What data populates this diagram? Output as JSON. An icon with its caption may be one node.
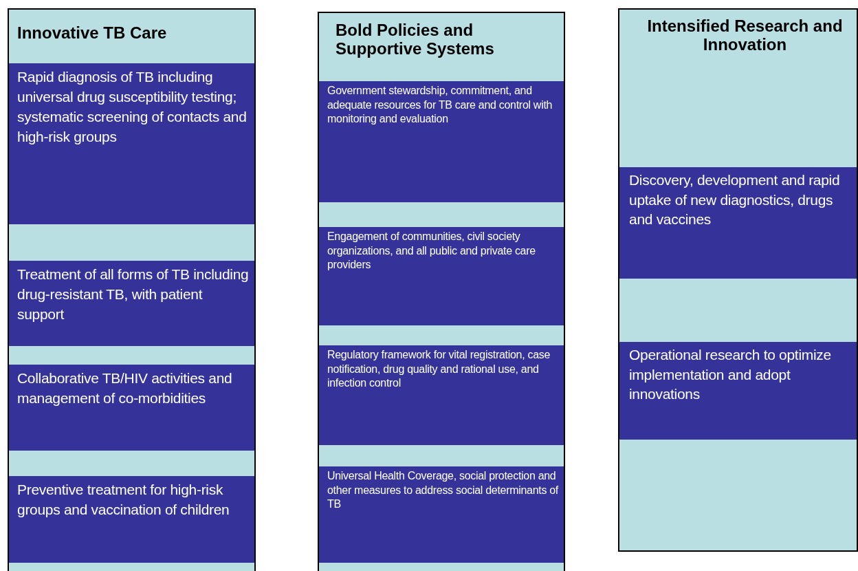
{
  "diagram": {
    "nodes": [
      {
        "text": [
          "Innovative TB Care"
        ]
      },
      {
        "text": [
          "Rapid diagnosis of TB including universal drug susceptibility testing; systematic screening of contacts and high-risk groups"
        ],
        "in": 0
      },
      {
        "text": [
          "Treatment of all forms of TB including drug-resistant TB, with patient support"
        ],
        "in": 0
      },
      {
        "text": [
          "Collaborative TB/HIV activities and management of co-morbidities"
        ],
        "in": 0
      },
      {
        "text": [
          "Preventive treatment for high-risk groups and vaccination of children"
        ],
        "in": 0
      },
      {
        "text": [
          "Bold Policies and Supportive Systems"
        ]
      },
      {
        "text": [
          "Government stewardship, commitment, and adequate resources for TB care and control with monitoring and evaluation"
        ],
        "in": 5
      },
      {
        "text": [
          "Engagement of communities, civil society organizations, and all public and private care providers"
        ],
        "in": 5
      },
      {
        "text": [
          "Regulatory framework for vital registration, case notification, drug quality and rational use, and infection control"
        ],
        "in": 5
      },
      {
        "text": [
          "Universal Health Coverage, social protection and other measures to address social determinants of TB"
        ],
        "in": 5
      },
      {
        "text": [
          "Intensified Research and Innovation"
        ]
      },
      {
        "text": [
          "Discovery, development and rapid uptake of new diagnostics, drugs and vaccines"
        ],
        "in": 10
      },
      {
        "text": [
          "Operational research to optimize implementation and adopt innovations"
        ],
        "in": 10
      }
    ]
  }
}
